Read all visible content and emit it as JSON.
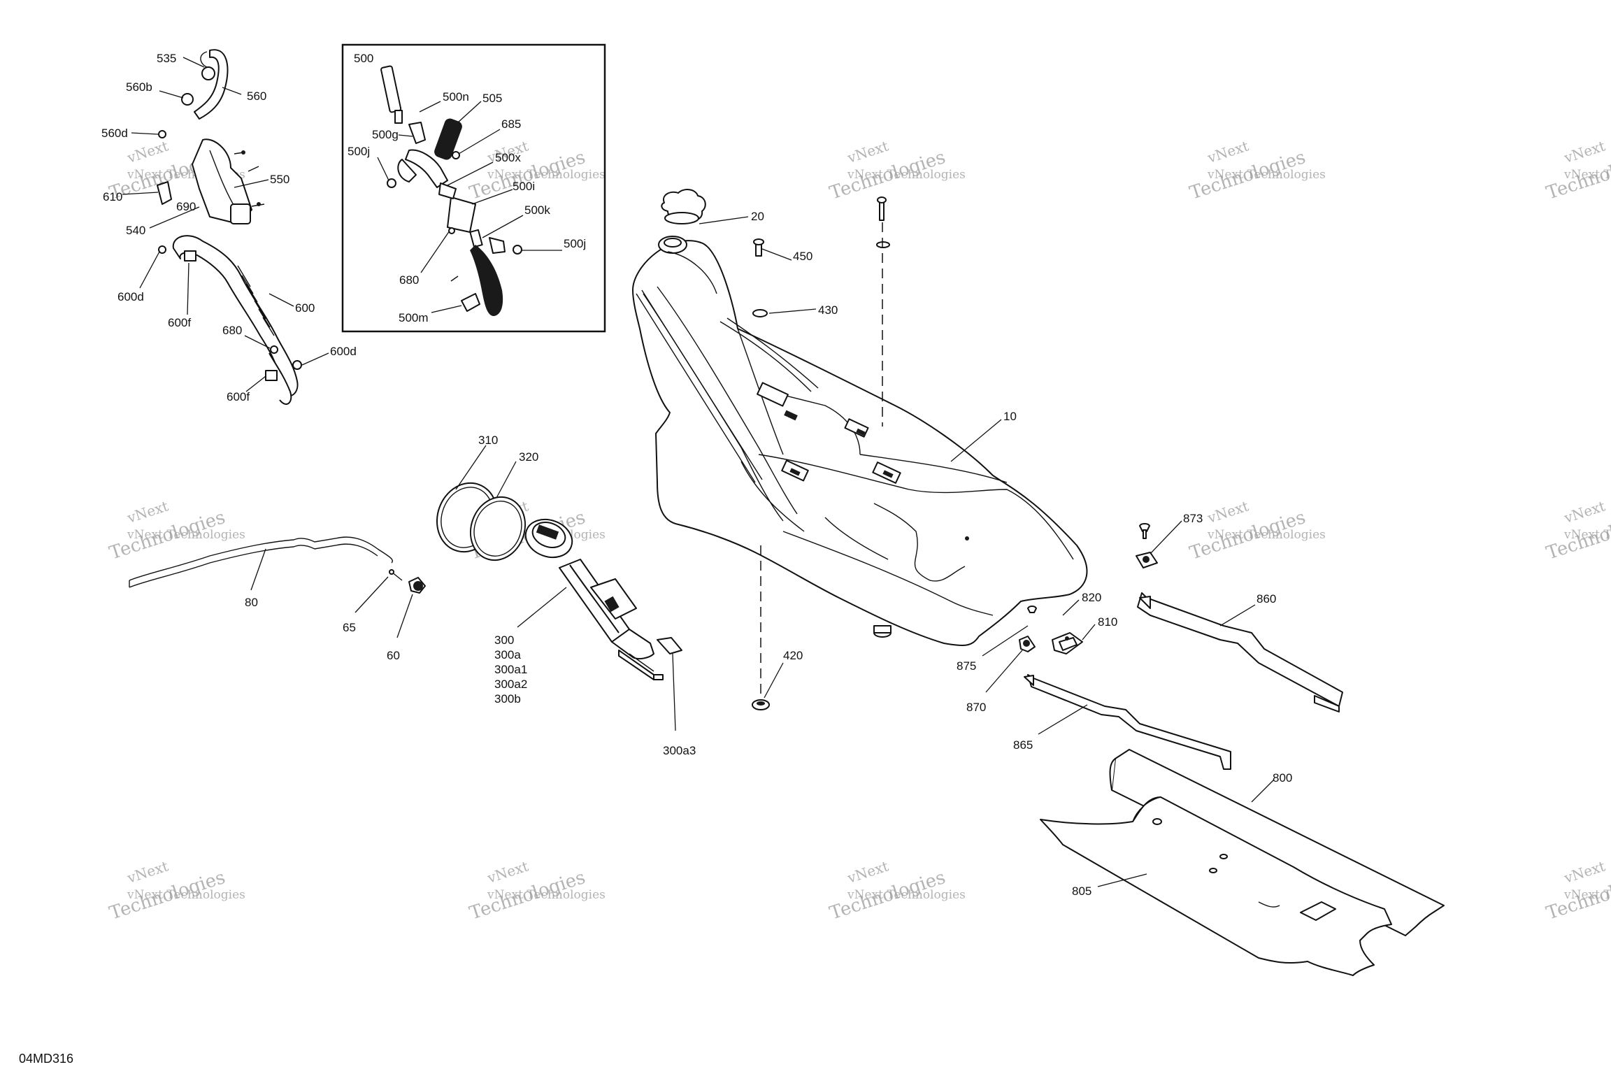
{
  "diagram_code": "04MD316",
  "inset": {
    "title": "500"
  },
  "watermark": {
    "line1": "vNext Technologies",
    "line2": "Technologies",
    "line3": "vNext"
  },
  "callouts": {
    "c535": "535",
    "c560b": "560b",
    "c560": "560",
    "c560d": "560d",
    "c550": "550",
    "c610": "610",
    "c690": "690",
    "c540": "540",
    "c600d_a": "600d",
    "c600f_a": "600f",
    "c600": "600",
    "c680_a": "680",
    "c600d_b": "600d",
    "c600f_b": "600f",
    "c500n": "500n",
    "c505": "505",
    "c500g": "500g",
    "c685": "685",
    "c500j_a": "500j",
    "c500x": "500x",
    "c500i": "500i",
    "c500k": "500k",
    "c500j_b": "500j",
    "c680_b": "680",
    "c500m": "500m",
    "c20": "20",
    "c450": "450",
    "c430": "430",
    "c10": "10",
    "c310": "310",
    "c320": "320",
    "c80": "80",
    "c65": "65",
    "c60": "60",
    "c300": "300",
    "c300a": "300a",
    "c300a1": "300a1",
    "c300a2": "300a2",
    "c300b": "300b",
    "c300a3": "300a3",
    "c420": "420",
    "c873": "873",
    "c860": "860",
    "c820": "820",
    "c810": "810",
    "c875": "875",
    "c870": "870",
    "c865": "865",
    "c800": "800",
    "c805": "805"
  }
}
